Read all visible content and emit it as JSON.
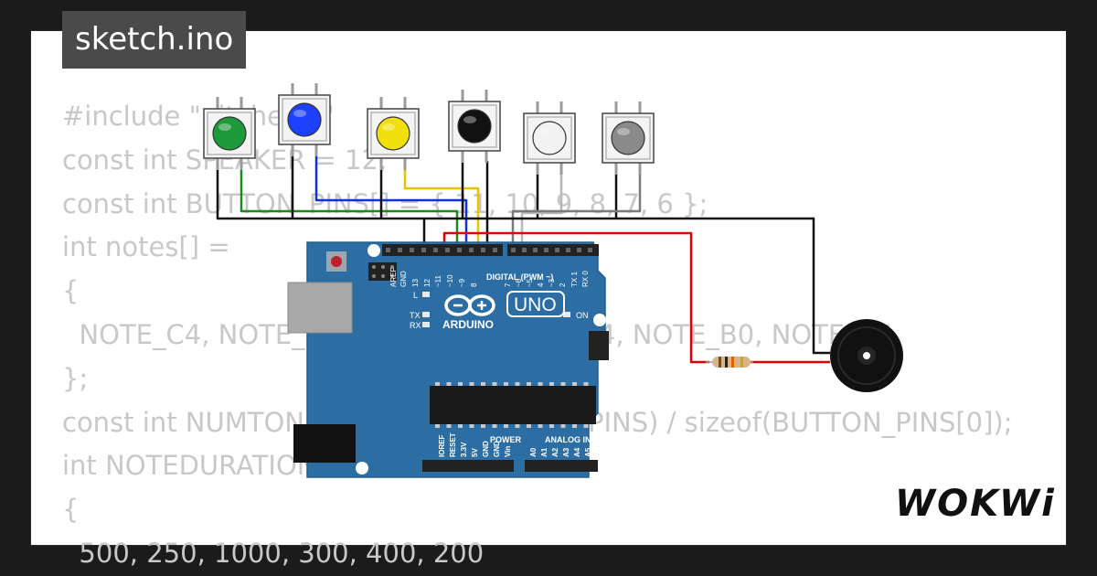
{
  "tab": {
    "filename": "sketch.ino"
  },
  "code_lines": [
    "#include \"pitches.h\"",
    "const int SPEAKER = 12;",
    "const int BUTTON_PINS[] = { 11, 10, 9, 8, 7, 6 };",
    "int notes[] =",
    "{",
    "  NOTE_C4, NOTE_D4, NOTE_E4, NOTE_F4, NOTE_B0, NOTE_C4",
    "};",
    "const int NUMTONES = sizeof(BUTTON_PINS) / sizeof(BUTTON_PINS[0]);",
    "int NOTEDURATION[] =",
    "{",
    "  500, 250, 1000, 300, 400, 200"
  ],
  "board": {
    "model": "UNO",
    "brand": "ARDUINO",
    "labels": {
      "digital": "DIGITAL (PWM ~)",
      "power": "POWER",
      "analog": "ANALOG IN",
      "on": "ON",
      "l": "L",
      "tx": "TX",
      "rx": "RX"
    },
    "top_pins": [
      "AREF",
      "GND",
      "13",
      "12",
      "~11",
      "~10",
      "~9",
      "8",
      "7",
      "~6",
      "~5",
      "4",
      "~3",
      "2",
      "TX 1",
      "RX 0"
    ],
    "bottom_pins": [
      "IOREF",
      "RESET",
      "3.3V",
      "5V",
      "GND",
      "GND",
      "Vin",
      "A0",
      "A1",
      "A2",
      "A3",
      "A4",
      "A5"
    ],
    "color": "#2c6ea4"
  },
  "buttons": [
    {
      "name": "green",
      "color": "#1f9a3b"
    },
    {
      "name": "blue",
      "color": "#1e40ff"
    },
    {
      "name": "yellow",
      "color": "#f2e00c"
    },
    {
      "name": "black",
      "color": "#111111"
    },
    {
      "name": "white",
      "color": "#f2f2f2"
    },
    {
      "name": "gray",
      "color": "#8a8a8a"
    }
  ],
  "logo": {
    "text": "WOKWi"
  }
}
